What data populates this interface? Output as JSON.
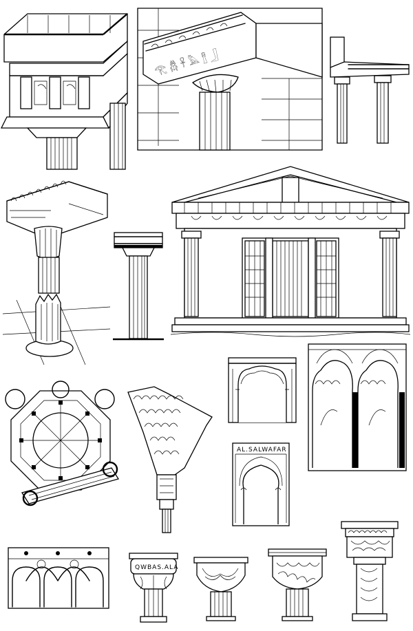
{
  "plate": {
    "background_color": "#ffffff",
    "ink_color": "#000000"
  },
  "figures": [
    {
      "name": "greek-entablature-corner"
    },
    {
      "name": "egyptian-cornice-with-lotus-capital"
    },
    {
      "name": "column-elevation-with-architrave"
    },
    {
      "name": "lotus-bundle-capital-and-cornice"
    },
    {
      "name": "fluted-column-shaft-on-base"
    },
    {
      "name": "doric-column-elevation"
    },
    {
      "name": "etruscan-temple-facade"
    },
    {
      "name": "moorish-horseshoe-arch-gate"
    },
    {
      "name": "moorish-arcade-with-slender-columns"
    },
    {
      "name": "octagonal-church-ground-plan"
    },
    {
      "name": "muqarnas-stalactite-capital"
    },
    {
      "name": "horseshoe-arch-doorway"
    },
    {
      "name": "interlaced-arch-frieze"
    },
    {
      "name": "capital-with-inscription-band"
    },
    {
      "name": "leaf-capital"
    },
    {
      "name": "foliated-capital"
    },
    {
      "name": "ornamented-capital-on-shaft"
    }
  ],
  "capital_inscription": "QWBAS.ALA",
  "doorway_inscription": "AL.SALWAFAR",
  "egyptian_glyphs": "𓂀 𓆣 𓋹 𓅓 𓊽 𓃀"
}
